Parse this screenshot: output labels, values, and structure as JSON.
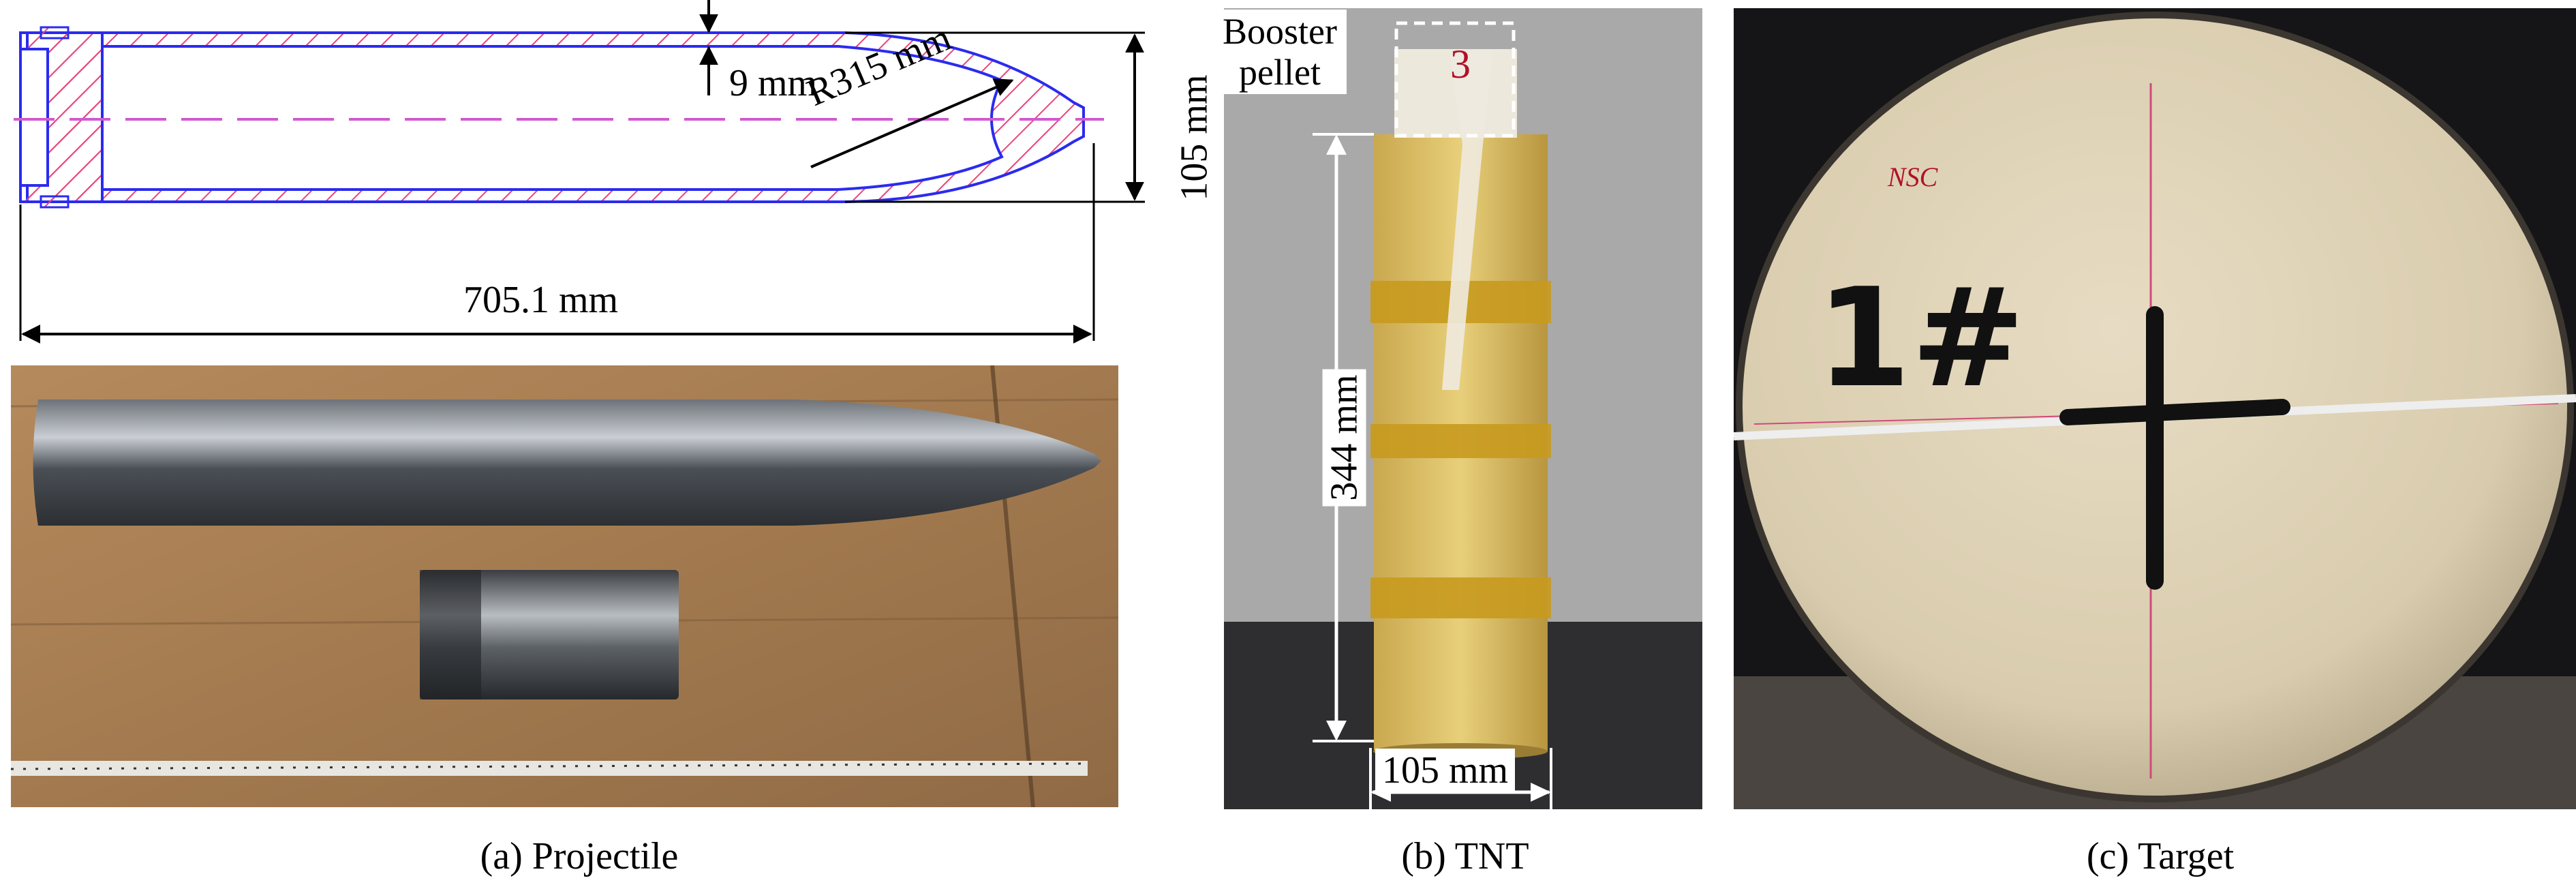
{
  "projectile": {
    "dim_length": "705.1 mm",
    "dim_diameter": "105 mm",
    "dim_wall": "9 mm",
    "dim_radius": "R315 mm",
    "caption": "(a) Projectile"
  },
  "tnt": {
    "booster_label": "Booster\npellet",
    "label_number": "3",
    "dim_height": "344 mm",
    "dim_width": "105 mm",
    "caption": "(b) TNT"
  },
  "target": {
    "label_nsc": "NSC",
    "label_id": "1#",
    "caption": "(c) Target"
  },
  "colors": {
    "outline": "#2b2bf0",
    "hatch": "#e8457a",
    "centerline": "#d05ad0"
  }
}
